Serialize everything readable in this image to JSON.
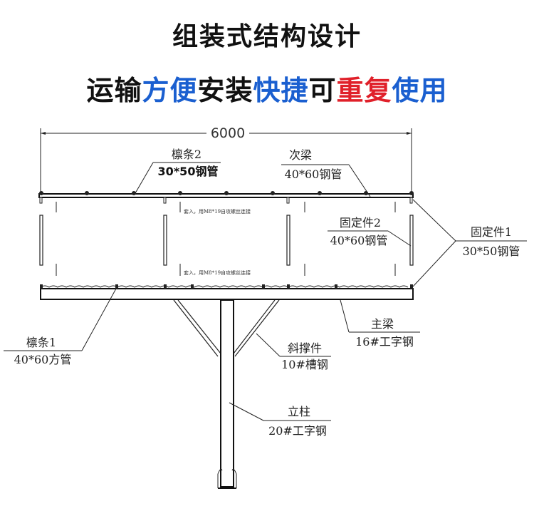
{
  "title": {
    "line1": "组装式结构设计",
    "line2": [
      {
        "text": "运输",
        "color": "#111111"
      },
      {
        "text": "方便",
        "color": "#1a5fd0"
      },
      {
        "text": "安装",
        "color": "#111111"
      },
      {
        "text": "快捷",
        "color": "#1a5fd0"
      },
      {
        "text": "可",
        "color": "#111111"
      },
      {
        "text": "重复",
        "color": "#e0202a"
      },
      {
        "text": "使用",
        "color": "#1a5fd0"
      }
    ]
  },
  "diagram": {
    "dimension": "6000",
    "note": "套入，用M8*19自攻螺丝连接",
    "labels": {
      "purlin2": {
        "name": "檩条2",
        "spec": "30*50钢管"
      },
      "secondary_beam": {
        "name": "次梁",
        "spec": "40*60钢管"
      },
      "fixture2": {
        "name": "固定件2",
        "spec": "40*60钢管"
      },
      "fixture1": {
        "name": "固定件1",
        "spec": "30*50钢管"
      },
      "purlin1": {
        "name": "檩条1",
        "spec": "40*60方管"
      },
      "main_beam": {
        "name": "主梁",
        "spec": "16#工字钢"
      },
      "brace": {
        "name": "斜撑件",
        "spec": "10#槽钢"
      },
      "column": {
        "name": "立柱",
        "spec": "20#工字钢"
      }
    }
  }
}
